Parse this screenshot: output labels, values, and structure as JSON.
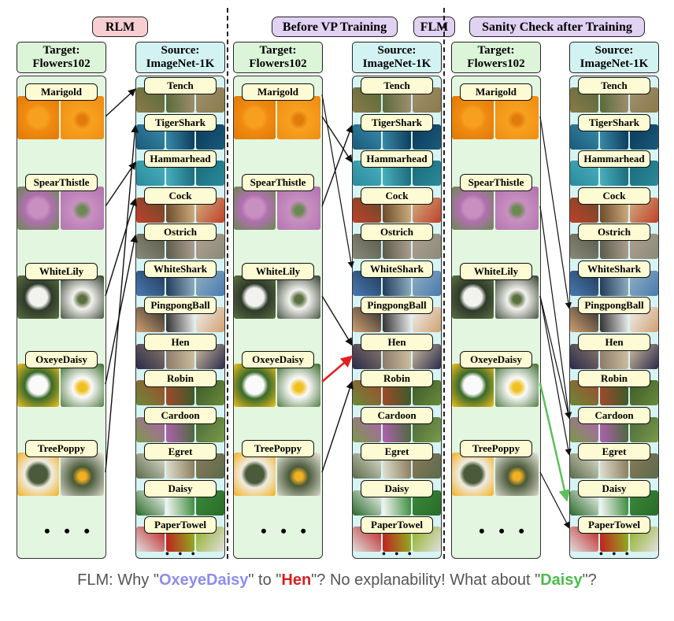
{
  "tags": {
    "rlm": "RLM",
    "before_vp": "Before VP Training",
    "flm": "FLM",
    "sanity": "Sanity Check after Training"
  },
  "target_header": {
    "line1": "Target:",
    "line2": "Flowers102"
  },
  "source_header": {
    "line1": "Source:",
    "line2": "ImageNet-1K"
  },
  "target_classes": [
    "Marigold",
    "SpearThistle",
    "WhiteLily",
    "OxeyeDaisy",
    "TreePoppy"
  ],
  "source_classes": [
    "Tench",
    "TigerShark",
    "Hammarhead",
    "Cock",
    "Ostrich",
    "WhiteShark",
    "PingpongBall",
    "Hen",
    "Robin",
    "Cardoon",
    "Egret",
    "Daisy",
    "PaperTowel"
  ],
  "ellipsis": "• • •",
  "caption": {
    "prefix": "FLM: Why \"",
    "term1": "OxeyeDaisy",
    "mid1": "\" to \"",
    "term2": "Hen",
    "mid2": "\"? No explanability! What about \"",
    "term3": "Daisy",
    "suffix": "\"?"
  },
  "colors": {
    "highlight_wrong": "#e02020",
    "highlight_right": "#5cc05c",
    "caption_blue": "#8c8cf0"
  }
}
